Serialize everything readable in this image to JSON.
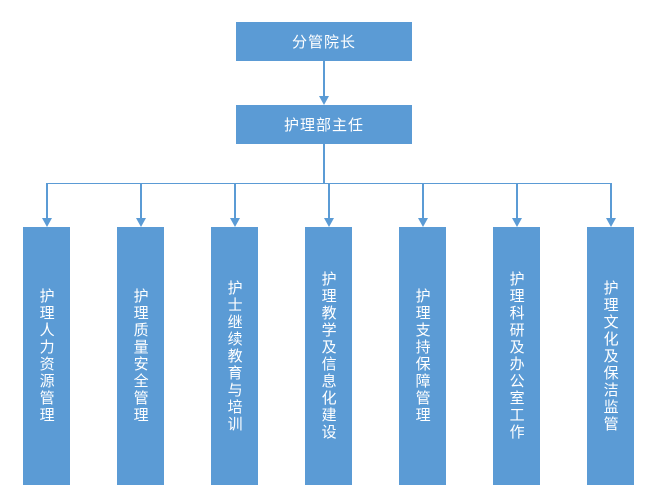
{
  "chart_title": "",
  "colors": {
    "node_fill": "#5B9BD5",
    "node_text": "#FFFFFF",
    "connector": "#5B9BD5",
    "background": "#FFFFFF"
  },
  "hierarchy": {
    "level1": {
      "label": "分管院长",
      "orientation": "horizontal"
    },
    "level2": {
      "label": "护理部主任",
      "orientation": "horizontal"
    },
    "level3": {
      "orientation": "vertical",
      "items": [
        {
          "label": "护理人力资源管理"
        },
        {
          "label": "护理质量安全管理"
        },
        {
          "label": "护士继续教育与培训"
        },
        {
          "label": "护理教学及信息化建设"
        },
        {
          "label": "护理支持保障管理"
        },
        {
          "label": "护理科研及办公室工作"
        },
        {
          "label": "护理文化及保洁监管"
        }
      ]
    }
  },
  "connectors": {
    "level1_to_level2": "down-arrow",
    "level2_to_bus": "vertical-line",
    "bus_to_leaves": "down-arrow"
  }
}
